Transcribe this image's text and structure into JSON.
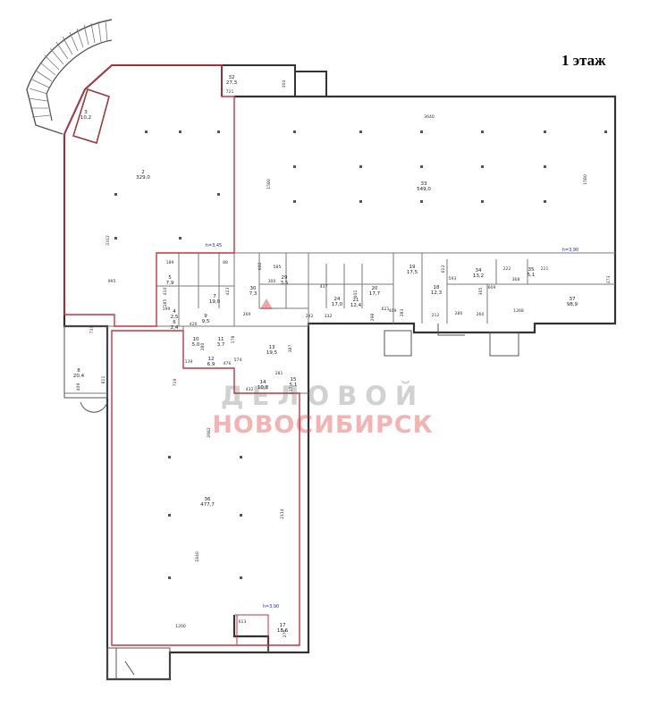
{
  "floor_title": "1 этаж",
  "watermark": {
    "top": "ДЕЛОВОЙ",
    "bottom": "НОВОСИБИРСК"
  },
  "rooms": [
    {
      "number": "33",
      "area": "549,0"
    },
    {
      "number": "2",
      "area": "329,0"
    },
    {
      "number": "3",
      "area": "10,2"
    },
    {
      "number": "36",
      "area": "477,7"
    },
    {
      "number": "32",
      "area": "27,3"
    },
    {
      "number": "37",
      "area": "98,9"
    },
    {
      "number": "8",
      "area": "20,4"
    },
    {
      "number": "34",
      "area": "13,2"
    },
    {
      "number": "35",
      "area": "5,1"
    },
    {
      "number": "17",
      "area": "18,6"
    },
    {
      "number": "13",
      "area": "19,5"
    },
    {
      "number": "14",
      "area": "10,8"
    },
    {
      "number": "15",
      "area": "5,1"
    },
    {
      "number": "24",
      "area": "17,0"
    },
    {
      "number": "21",
      "area": "12,4"
    },
    {
      "number": "20",
      "area": "17,7"
    },
    {
      "number": "19",
      "area": "17,5"
    },
    {
      "number": "18",
      "area": "12,3"
    },
    {
      "number": "10",
      "area": "5,0"
    },
    {
      "number": "11",
      "area": "3,7"
    },
    {
      "number": "12",
      "area": "6,9"
    },
    {
      "number": "5",
      "area": "7,9"
    },
    {
      "number": "7",
      "area": "19,0"
    },
    {
      "number": "4",
      "area": "2,5"
    },
    {
      "number": "6",
      "area": "2,4"
    },
    {
      "number": "29",
      "area": "3,5"
    },
    {
      "number": "30",
      "area": "7,3"
    },
    {
      "number": "9",
      "area": "9,5"
    }
  ],
  "dimensions": [
    "3640",
    "1580",
    "1580",
    "3312",
    "995",
    "1840",
    "2114",
    "2682",
    "719",
    "811",
    "1200",
    "1268",
    "373",
    "609",
    "365",
    "280",
    "260",
    "212",
    "221",
    "222",
    "368",
    "593",
    "283",
    "621",
    "612",
    "401",
    "437",
    "409",
    "242",
    "332",
    "298",
    "269",
    "300",
    "585",
    "602",
    "574",
    "476",
    "432",
    "281",
    "137",
    "387",
    "178",
    "280",
    "139",
    "423",
    "426",
    "410",
    "189",
    "88",
    "721",
    "304",
    "733",
    "409",
    "613",
    "270",
    "185",
    "199"
  ],
  "heights": [
    "h=3,45",
    "h=3,90",
    "h=3,90"
  ],
  "colors": {
    "outline": "#c8323c",
    "walls": "#333333",
    "thin_walls": "#7a7a7a",
    "text": "#222222",
    "height_text": "#2a2ac8"
  }
}
